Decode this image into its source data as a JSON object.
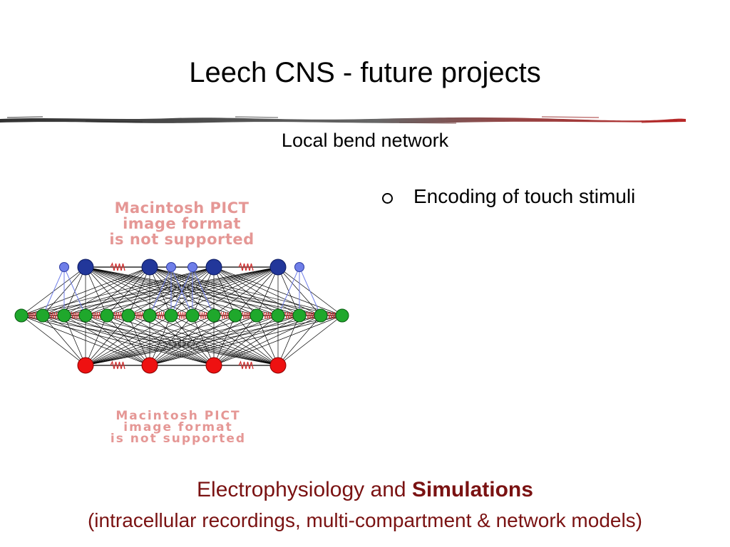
{
  "slide": {
    "title": "Leech CNS - future projects",
    "subtitle": "Local bend network",
    "bullet": "Encoding of touch stimuli",
    "pict_placeholder": [
      "Macintosh PICT",
      "image format",
      "is not supported"
    ],
    "footer_line1_prefix": "Electrophysiology and ",
    "footer_line1_bold": "Simulations",
    "footer_line2": "(intracellular recordings, multi-compartment & network models)"
  },
  "colors": {
    "sensory_small": "#6f7ee8",
    "sensory_large": "#22379a",
    "interneuron": "#1fa82c",
    "motor": "#ee1111",
    "resistor": "#d03030",
    "footer_text": "#7a1212",
    "pict_text": "#e59795"
  }
}
